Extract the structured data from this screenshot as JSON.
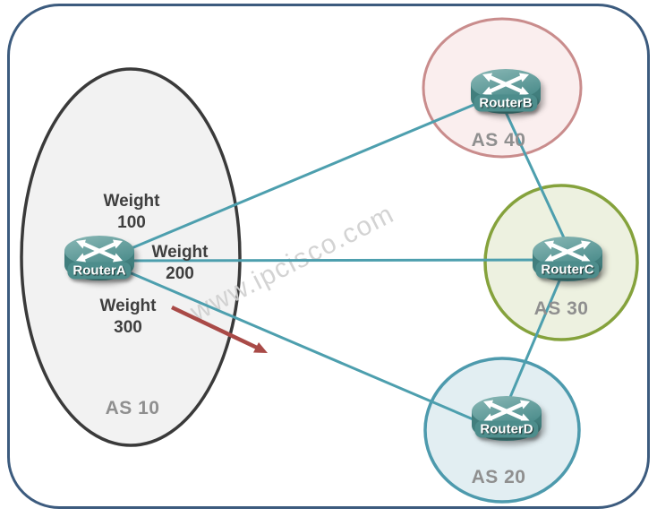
{
  "diagram": {
    "type": "bgp-weight-topology",
    "watermark": "www.ipcisco.com",
    "routers": [
      {
        "name": "RouterA"
      },
      {
        "name": "RouterB"
      },
      {
        "name": "RouterC"
      },
      {
        "name": "RouterD"
      }
    ],
    "autonomous_systems": [
      {
        "label": "AS 10"
      },
      {
        "label": "AS 40"
      },
      {
        "label": "AS 30"
      },
      {
        "label": "AS 20"
      }
    ],
    "weights": [
      {
        "label": "Weight",
        "value": "100"
      },
      {
        "label": "Weight",
        "value": "200"
      },
      {
        "label": "Weight",
        "value": "300"
      }
    ],
    "links": [
      {
        "from": "RouterA",
        "to": "RouterB",
        "weight": "100"
      },
      {
        "from": "RouterA",
        "to": "RouterC",
        "weight": "200"
      },
      {
        "from": "RouterA",
        "to": "RouterD",
        "weight": "300"
      },
      {
        "from": "RouterB",
        "to": "RouterC"
      },
      {
        "from": "RouterC",
        "to": "RouterD"
      }
    ],
    "colors": {
      "frame_border": "#3c5b7e",
      "as10_fill": "#f2f2f2",
      "as10_stroke": "#3a3a3a",
      "as40_fill": "#faeeee",
      "as40_stroke": "#c98c8c",
      "as30_fill": "#edf1e0",
      "as30_stroke": "#85a23c",
      "as20_fill": "#e2eef2",
      "as20_stroke": "#4d9aad",
      "link_line": "#4d9fae",
      "preferred_path_arrow": "#a94a47",
      "router_body": "#4e8e8d",
      "router_label_bg": "#4d8d8c",
      "weight_text": "#3f3f3f",
      "as_text": "#8f8f8f",
      "watermark_text": "#d0d0d0"
    }
  }
}
